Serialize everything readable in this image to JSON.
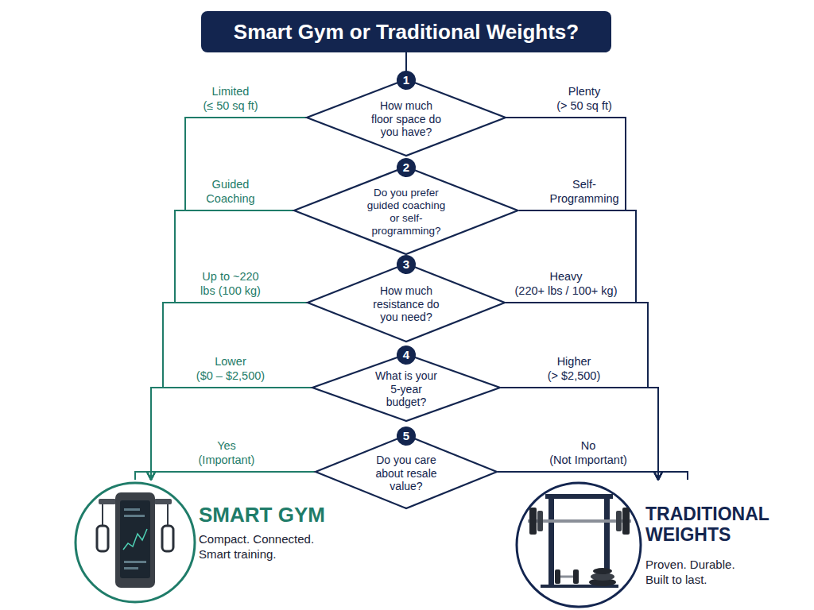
{
  "diagram": {
    "title": "Smart Gym or Traditional Weights?",
    "nodes": [
      {
        "text": [
          "1",
          "How much floor space do you have?"
        ]
      },
      {
        "text": [
          "2",
          "Do you prefer guided coaching or self- programming?"
        ]
      },
      {
        "text": [
          "3",
          "How much resistance do you need?"
        ]
      },
      {
        "text": [
          "4",
          "What is your 5-year budget?"
        ]
      },
      {
        "text": [
          "5",
          "Do you care about resale value?"
        ]
      },
      {
        "text": [
          "SMART GYM",
          "Compact. Connected. Smart training."
        ]
      },
      {
        "text": [
          "TRADITIONAL WEIGHTS",
          "Proven. Durable. Built to last."
        ]
      }
    ],
    "edges": [
      {
        "from": 0,
        "to": 5,
        "label": "Limited (≤ 50 sq ft)",
        "arrow": "to"
      },
      {
        "from": 0,
        "to": 6,
        "label": "Plenty (> 50 sq ft)",
        "arrow": "to"
      },
      {
        "from": 1,
        "to": 5,
        "label": "Guided Coaching",
        "arrow": "to"
      },
      {
        "from": 1,
        "to": 6,
        "label": "Self- Programming",
        "arrow": "to"
      },
      {
        "from": 2,
        "to": 5,
        "label": "Up to ~220 lbs (100 kg)",
        "arrow": "to"
      },
      {
        "from": 2,
        "to": 6,
        "label": "Heavy (220+ lbs / 100+ kg)",
        "arrow": "to"
      },
      {
        "from": 3,
        "to": 5,
        "label": "Lower ($0 – $2,500)",
        "arrow": "to"
      },
      {
        "from": 3,
        "to": 6,
        "label": "Higher (> $2,500)",
        "arrow": "to"
      },
      {
        "from": 4,
        "to": 5,
        "label": "Yes (Important)",
        "arrow": "none"
      },
      {
        "from": 4,
        "to": 6,
        "label": "No (Not Important)",
        "arrow": "none"
      }
    ]
  }
}
